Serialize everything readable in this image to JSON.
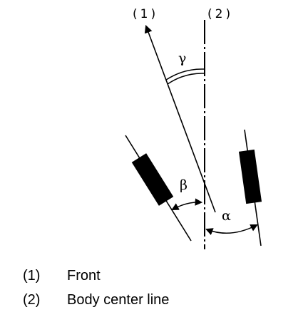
{
  "labels": {
    "front_marker": "(1)",
    "center_marker": "(2)",
    "gamma": "γ",
    "beta": "β",
    "alpha": "α"
  },
  "legend": [
    {
      "num": "(1)",
      "text": "Front"
    },
    {
      "num": "(2)",
      "text": "Body center line"
    }
  ]
}
